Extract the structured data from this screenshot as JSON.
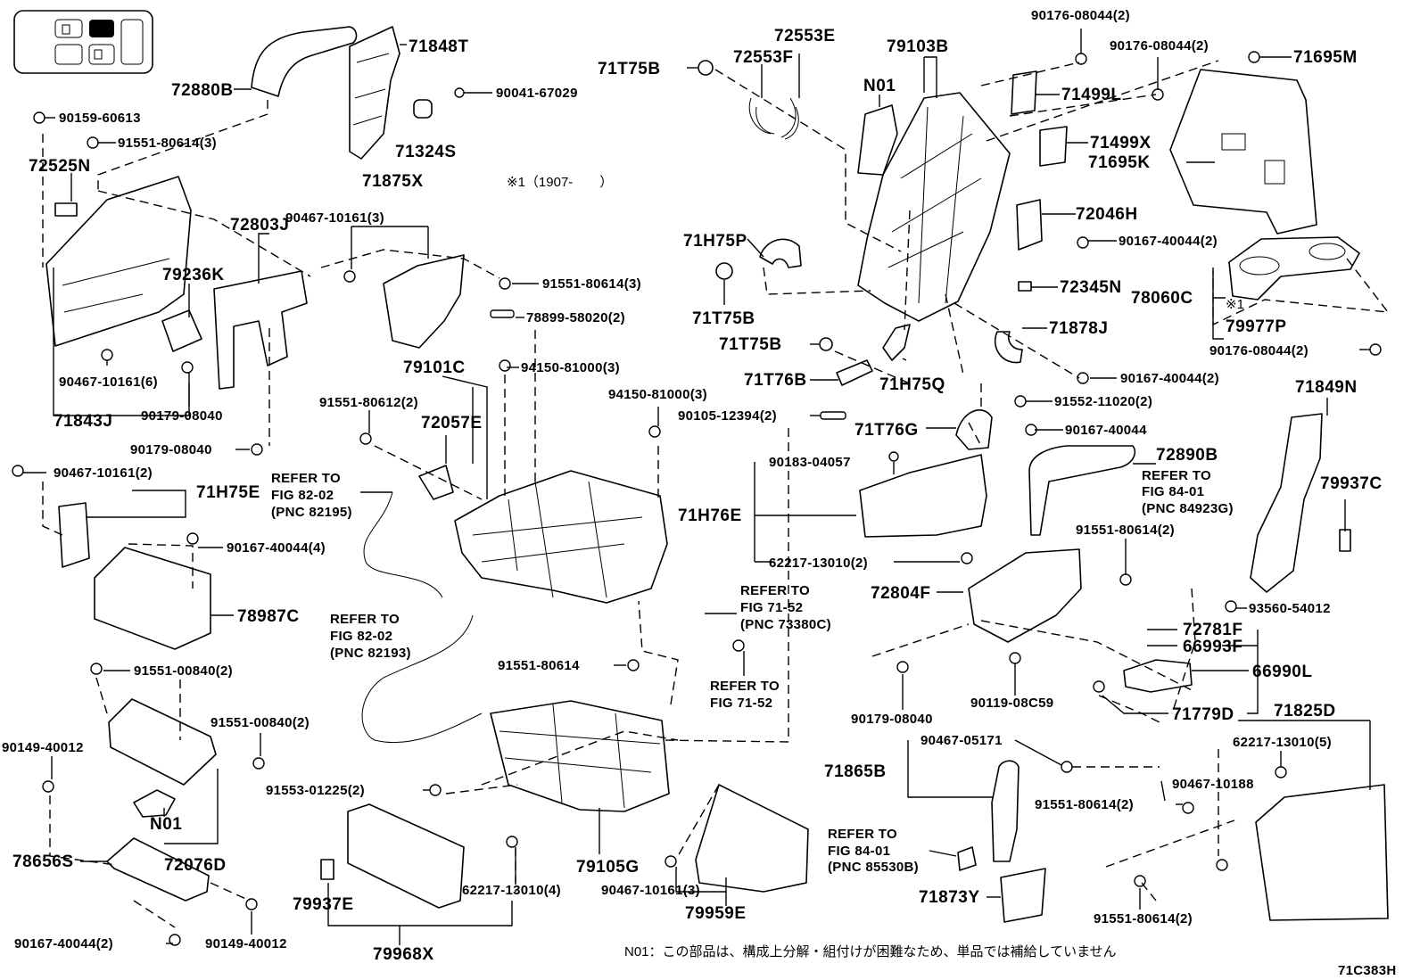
{
  "corner_code": "71C383H",
  "footnote": "N01：この部品は、構成上分解・組付けが困難なため、単品では補給していません",
  "date_note": "※1（1907-　　）",
  "labels": {
    "l72880B": "72880B",
    "l71848T": "71848T",
    "l90041_67029": "90041-67029",
    "l71324S": "71324S",
    "l90159_60613": "90159-60613",
    "l91551_80614_3a": "91551-80614(3)",
    "l72525N": "72525N",
    "l71875X": "71875X",
    "l90467_10161_3": "90467-10161(3)",
    "l72803J": "72803J",
    "l79236K": "79236K",
    "l91551_80614_3b": "91551-80614(3)",
    "l78899_58020_2": "78899-58020(2)",
    "l90467_10161_6": "90467-10161(6)",
    "l90179_08040a": "90179-08040",
    "l71843J": "71843J",
    "l90179_08040b": "90179-08040",
    "l71T75Ba": "71T75B",
    "l72553F": "72553F",
    "l72553E": "72553E",
    "l79103B": "79103B",
    "lN01a": "N01",
    "l90176_08044_2a": "90176-08044(2)",
    "l90176_08044_2b": "90176-08044(2)",
    "l71695M": "71695M",
    "l71499L": "71499L",
    "l71499X": "71499X",
    "l71695K": "71695K",
    "l72046H": "72046H",
    "l90167_40044_2a": "90167-40044(2)",
    "l78060C": "78060C",
    "l72345N": "72345N",
    "lnote1": "※1",
    "l79977P": "79977P",
    "l90176_08044_2c": "90176-08044(2)",
    "l71H75P": "71H75P",
    "l71T75Bb": "71T75B",
    "l71T75Bc": "71T75B",
    "l71878J": "71878J",
    "l71T76B": "71T76B",
    "l71H75Q": "71H75Q",
    "l90167_40044_2b": "90167-40044(2)",
    "l91552_11020_2": "91552-11020(2)",
    "l71849N": "71849N",
    "l79101C": "79101C",
    "l94150_81000_3a": "94150-81000(3)",
    "l91551_80612_2": "91551-80612(2)",
    "l72057E": "72057E",
    "l94150_81000_3b": "94150-81000(3)",
    "l90105_12394_2": "90105-12394(2)",
    "l71T76G": "71T76G",
    "l90167_40044": "90167-40044",
    "l90467_10161_2": "90467-10161(2)",
    "l71H75E": "71H75E",
    "lrefer1a": "REFER TO",
    "lrefer1b": "FIG 82-02",
    "lrefer1c": "(PNC 82195)",
    "l90183_04057": "90183-04057",
    "l72890B": "72890B",
    "lrefer2a": "REFER TO",
    "lrefer2b": "FIG 84-01",
    "lrefer2c": "(PNC 84923G)",
    "l79937C": "79937C",
    "l71H76E": "71H76E",
    "l90167_40044_4": "90167-40044(4)",
    "l62217_13010_2": "62217-13010(2)",
    "l91551_80614_2a": "91551-80614(2)",
    "lrefer3a": "REFER TO",
    "lrefer3b": "FIG 71-52",
    "lrefer3c": "(PNC 73380C)",
    "l72804F": "72804F",
    "l93560_54012": "93560-54012",
    "l78987C": "78987C",
    "lrefer4a": "REFER TO",
    "lrefer4b": "FIG 82-02",
    "lrefer4c": "(PNC 82193)",
    "l72781F": "72781F",
    "l66993F": "66993F",
    "l91551_80614": "91551-80614",
    "l66990L": "66990L",
    "l91551_00840_2a": "91551-00840(2)",
    "lrefer5a": "REFER TO",
    "lrefer5b": "FIG 71-52",
    "l90179_08040c": "90179-08040",
    "l90119_08C59": "90119-08C59",
    "l71779D": "71779D",
    "l71825D": "71825D",
    "l90149_40012a": "90149-40012",
    "l91551_00840_2b": "91551-00840(2)",
    "l90467_05171": "90467-05171",
    "l62217_13010_5": "62217-13010(5)",
    "lN01b": "N01",
    "l71865B": "71865B",
    "l90467_10188": "90467-10188",
    "l91553_01225_2": "91553-01225(2)",
    "l91551_80614_2b": "91551-80614(2)",
    "lrefer6a": "REFER TO",
    "lrefer6b": "FIG 84-01",
    "lrefer6c": "(PNC 85530B)",
    "l78656S": "78656S",
    "l72076D": "72076D",
    "l62217_13010_4": "62217-13010(4)",
    "l79105G": "79105G",
    "l90467_10161_3b": "90467-10161(3)",
    "l79937E": "79937E",
    "l71873Y": "71873Y",
    "l91551_80614_2c": "91551-80614(2)",
    "l90167_40044_2c": "90167-40044(2)",
    "l90149_40012b": "90149-40012",
    "l79968X": "79968X",
    "l79959E": "79959E"
  }
}
